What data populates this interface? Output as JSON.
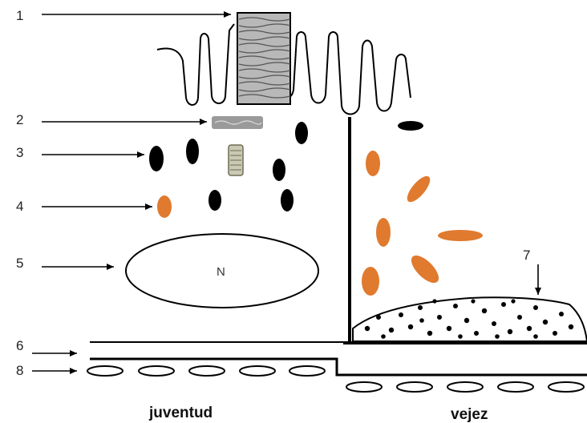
{
  "labels": {
    "n1": "1",
    "n2": "2",
    "n3": "3",
    "n4": "4",
    "n5": "5",
    "n6": "6",
    "n7": "7",
    "n8": "8"
  },
  "nucleus_label": "N",
  "captions": {
    "youth": "juventud",
    "old_age": "vejez"
  },
  "colors": {
    "stroke": "#000000",
    "lipofuscin_orange": "#e07a2e",
    "organelle_gray": "#999999",
    "background": "#ffffff"
  }
}
